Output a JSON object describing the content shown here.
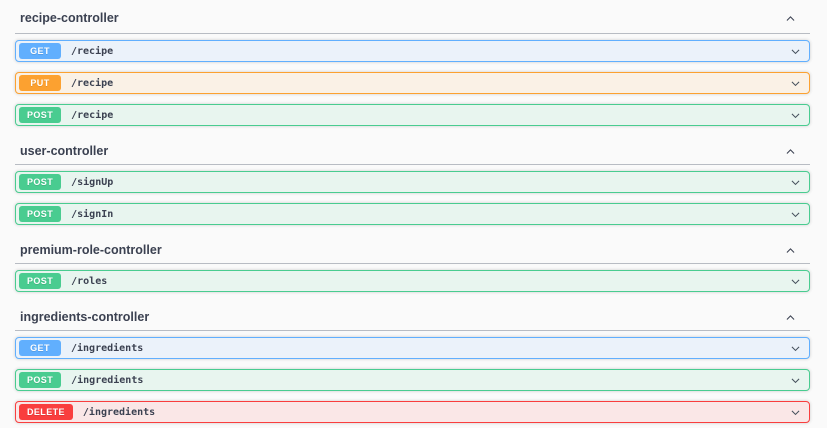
{
  "app": {
    "name": "Swagger UI endpoint list"
  },
  "colors": {
    "page_background": "#fafafa",
    "heading_text": "#3b4151",
    "path_text": "#3b4151",
    "divider": "#b8bcc3",
    "badge_text": "#ffffff",
    "methods": {
      "GET": {
        "accent": "#61affe",
        "background": "#ebf2fa"
      },
      "PUT": {
        "accent": "#fca130",
        "background": "#faf1e6"
      },
      "POST": {
        "accent": "#49cc90",
        "background": "#e8f5ef"
      },
      "DELETE": {
        "accent": "#f93e3e",
        "background": "#fae7e7"
      }
    }
  },
  "icons": {
    "section_collapse": "chevron-up-icon",
    "endpoint_expand": "chevron-down-icon"
  },
  "sections": [
    {
      "name": "recipe-controller",
      "expanded": true,
      "endpoints": [
        {
          "method": "GET",
          "path": "/recipe"
        },
        {
          "method": "PUT",
          "path": "/recipe"
        },
        {
          "method": "POST",
          "path": "/recipe"
        }
      ]
    },
    {
      "name": "user-controller",
      "expanded": true,
      "endpoints": [
        {
          "method": "POST",
          "path": "/signUp"
        },
        {
          "method": "POST",
          "path": "/signIn"
        }
      ]
    },
    {
      "name": "premium-role-controller",
      "expanded": true,
      "endpoints": [
        {
          "method": "POST",
          "path": "/roles"
        }
      ]
    },
    {
      "name": "ingredients-controller",
      "expanded": true,
      "endpoints": [
        {
          "method": "GET",
          "path": "/ingredients"
        },
        {
          "method": "POST",
          "path": "/ingredients"
        },
        {
          "method": "DELETE",
          "path": "/ingredients"
        }
      ]
    }
  ]
}
